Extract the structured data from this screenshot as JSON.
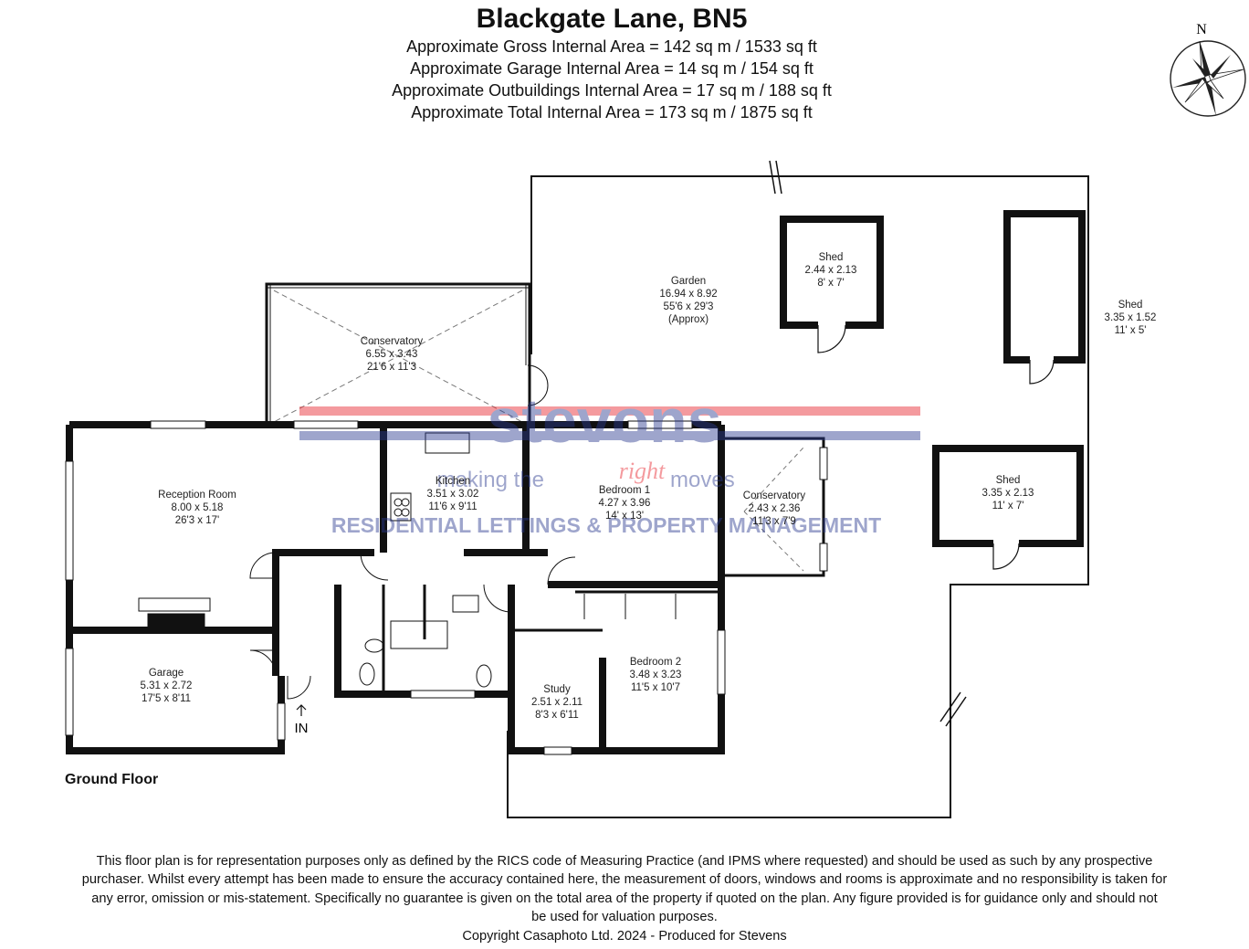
{
  "header": {
    "title": "Blackgate Lane, BN5",
    "areas": [
      "Approximate Gross Internal Area = 142 sq m / 1533 sq ft",
      "Approximate Garage Internal Area = 14 sq m / 154 sq ft",
      "Approximate Outbuildings Internal Area = 17 sq m / 188 sq ft",
      "Approximate Total Internal Area = 173 sq m / 1875 sq ft"
    ]
  },
  "compass": {
    "label": "N"
  },
  "watermark": {
    "brand": "stevons",
    "tag_left": "making the",
    "tag_mid": "right",
    "tag_right": "moves",
    "subtitle": "RESIDENTIAL LETTINGS & PROPERTY MANAGEMENT",
    "colors": {
      "red": "#e8222a",
      "blue": "#2b3a8f"
    }
  },
  "rooms": {
    "conservatory_main": {
      "name": "Conservatory",
      "metric": "6.55 x 3.43",
      "imperial": "21'6 x 11'3"
    },
    "reception": {
      "name": "Reception Room",
      "metric": "8.00 x 5.18",
      "imperial": "26'3 x 17'"
    },
    "kitchen": {
      "name": "Kitchen",
      "metric": "3.51 x 3.02",
      "imperial": "11'6 x 9'11"
    },
    "bedroom1": {
      "name": "Bedroom 1",
      "metric": "4.27 x 3.96",
      "imperial": "14' x 13'"
    },
    "conservatory_small": {
      "name": "Conservatory",
      "metric": "2.43 x 2.36",
      "imperial": "11'3 x 7'9"
    },
    "garage": {
      "name": "Garage",
      "metric": "5.31 x 2.72",
      "imperial": "17'5 x 8'11"
    },
    "study": {
      "name": "Study",
      "metric": "2.51 x 2.11",
      "imperial": "8'3 x 6'11"
    },
    "bedroom2": {
      "name": "Bedroom 2",
      "metric": "3.48 x 3.23",
      "imperial": "11'5 x 10'7"
    },
    "garden": {
      "name": "Garden",
      "metric": "16.94 x 8.92",
      "imperial": "55'6 x 29'3",
      "note": "(Approx)"
    },
    "shed1": {
      "name": "Shed",
      "metric": "2.44 x 2.13",
      "imperial": "8' x 7'"
    },
    "shed2": {
      "name": "Shed",
      "metric": "3.35 x 1.52",
      "imperial": "11' x 5'"
    },
    "shed3": {
      "name": "Shed",
      "metric": "3.35 x 2.13",
      "imperial": "11' x 7'"
    }
  },
  "entrance": {
    "label": "IN"
  },
  "floor_label": "Ground Floor",
  "disclaimer": {
    "line1": "This floor plan is for representation purposes only as defined by the RICS code of Measuring Practice (and IPMS where requested) and should be used as such by any prospective",
    "line2": "purchaser. Whilst every attempt has been made to ensure the accuracy contained here, the measurement of doors, windows and rooms is approximate and no responsibility is taken for",
    "line3": "any error, omission or mis-statement. Specifically no guarantee is given on the total area of the property if quoted on the plan. Any figure provided is for guidance only and should not",
    "line4": "be used for valuation purposes.",
    "copyright": "Copyright Casaphoto Ltd. 2024 - Produced for Stevens"
  }
}
